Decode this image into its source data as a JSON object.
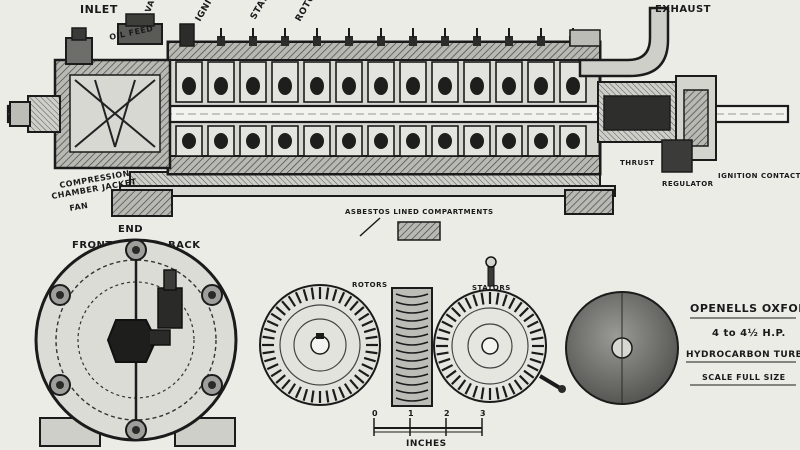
{
  "labels": {
    "inlet": "INLET",
    "valve": "VALVE",
    "oil_feed": "OIL FEED",
    "ignition": "IGNITION",
    "stators": "STATORS",
    "rotors_top": "ROTORS",
    "exhaust": "EXHAUST",
    "compression": "COMPRESSION",
    "chamber_jacket": "CHAMBER JACKET",
    "fan": "FAN",
    "thrust": "THRUST",
    "regulator": "REGULATOR",
    "ignition_contact": "IGNITION CONTACT",
    "asbestos": "ASBESTOS LINED COMPARTMENTS",
    "end": "END",
    "front": "FRONT",
    "back": "BACK",
    "rotors": "ROTORS",
    "stators_lower": "STATORS",
    "scale_inches": "INCHES",
    "scale_ticks": [
      "0",
      "1",
      "2",
      "3"
    ]
  },
  "title_block": {
    "line1": "OPENELLS OXFORD",
    "line2": "4 to 4½ H.P.",
    "line3": "HYDROCARBON TURBINE",
    "line4": "SCALE FULL SIZE"
  },
  "colors": {
    "paper": "#ecece7",
    "ink": "#1b1b1b",
    "mid": "#7d7d7a",
    "light": "#c9c9c4"
  }
}
